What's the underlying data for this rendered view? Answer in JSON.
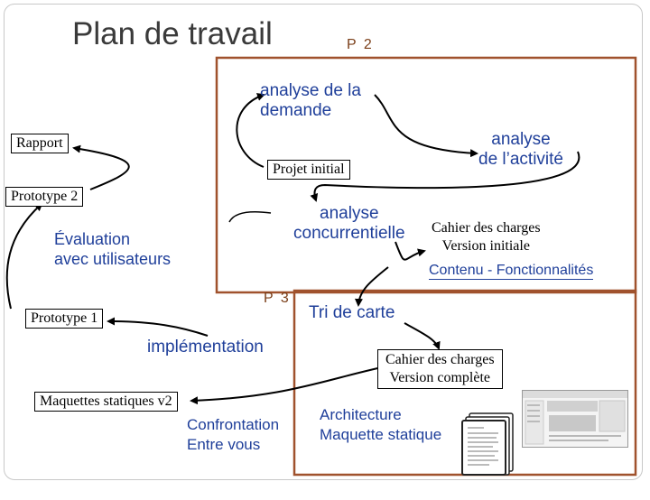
{
  "title": "Plan de travail",
  "phase_labels": {
    "p2": "P 2",
    "p3": "P 3"
  },
  "nodes": {
    "analyse_demande": [
      "analyse de la",
      "demande"
    ],
    "analyse_activite": [
      "analyse",
      "de l’activité"
    ],
    "analyse_concurrentielle": [
      "analyse",
      "concurrentielle"
    ],
    "evaluation": [
      "Évaluation",
      "avec utilisateurs"
    ],
    "tri_carte": "Tri  de carte",
    "implementation": "implémentation",
    "confrontation": [
      "Confrontation",
      "Entre vous"
    ],
    "architecture": [
      "Architecture",
      "Maquette statique"
    ],
    "contenu": "Contenu - Fonctionnalités"
  },
  "boxes": {
    "rapport": "Rapport",
    "projet_initial": "Projet initial",
    "prototype_2": "Prototype 2",
    "prototype_1": "Prototype 1",
    "cahier_initial": [
      "Cahier des charges",
      "Version initiale"
    ],
    "cahier_complete": [
      "Cahier des charges",
      "Version complète"
    ],
    "maquettes": "Maquettes statiques v2"
  },
  "colors": {
    "phase_border": "#a0522d",
    "text_blue": "#1f3f9a",
    "arrow": "#000000"
  }
}
